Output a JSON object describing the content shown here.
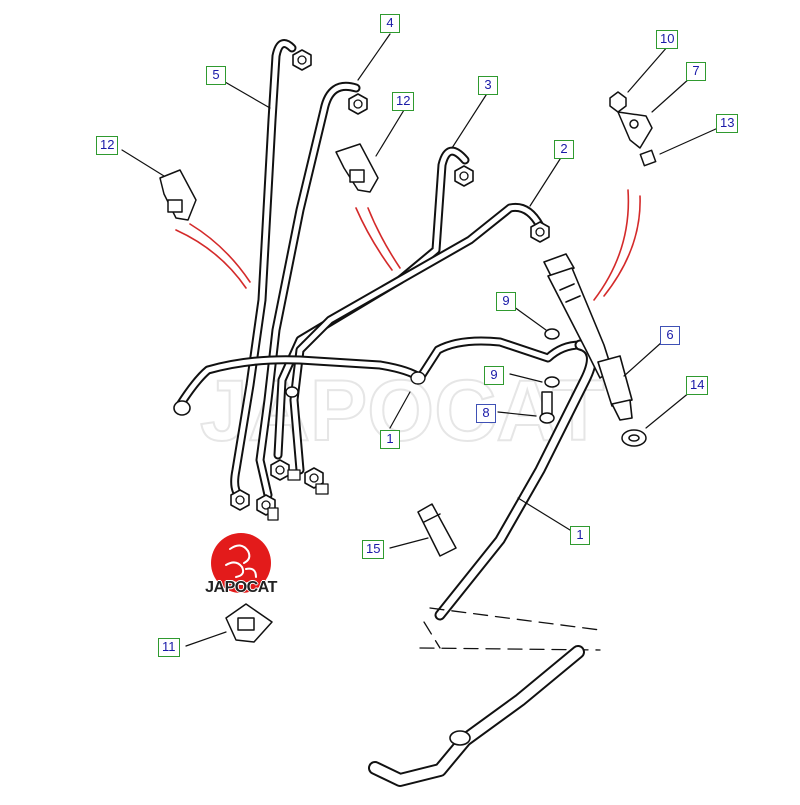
{
  "diagram": {
    "callouts": [
      {
        "id": "c1a",
        "text": "1",
        "style": "green"
      },
      {
        "id": "c1b",
        "text": "1",
        "style": "green"
      },
      {
        "id": "c2",
        "text": "2",
        "style": "green"
      },
      {
        "id": "c3",
        "text": "3",
        "style": "green"
      },
      {
        "id": "c4",
        "text": "4",
        "style": "green"
      },
      {
        "id": "c5",
        "text": "5",
        "style": "green"
      },
      {
        "id": "c6",
        "text": "6",
        "style": "blue"
      },
      {
        "id": "c7",
        "text": "7",
        "style": "green"
      },
      {
        "id": "c8",
        "text": "8",
        "style": "blue"
      },
      {
        "id": "c9a",
        "text": "9",
        "style": "green"
      },
      {
        "id": "c9b",
        "text": "9",
        "style": "green"
      },
      {
        "id": "c10",
        "text": "10",
        "style": "green"
      },
      {
        "id": "c11",
        "text": "11",
        "style": "green"
      },
      {
        "id": "c12a",
        "text": "12",
        "style": "green"
      },
      {
        "id": "c12b",
        "text": "12",
        "style": "green"
      },
      {
        "id": "c13",
        "text": "13",
        "style": "green"
      },
      {
        "id": "c14",
        "text": "14",
        "style": "green"
      },
      {
        "id": "c15",
        "text": "15",
        "style": "green"
      }
    ],
    "watermark": "JAPOCAT"
  },
  "logo": {
    "text": "JAPOCAT",
    "color": "#e31b1b"
  },
  "colors": {
    "line": "#111111",
    "accent": "#d42a2a",
    "callout_border_green": "#2f9a2f",
    "callout_border_blue": "#3f51b5",
    "callout_text": "#1a1aa8"
  }
}
